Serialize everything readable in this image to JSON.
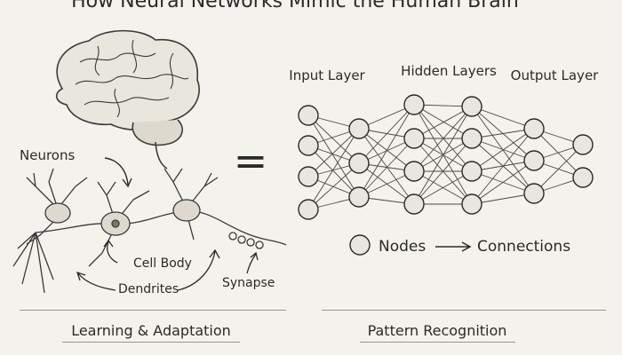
{
  "title": "How Neural Networks Mimic the Human Brain",
  "brain": {
    "neurons_label": "Neurons",
    "cell_body_label": "Cell Body",
    "dendrites_label": "Dendrites",
    "synapse_label": "Synapse"
  },
  "equals_symbol": "=",
  "network": {
    "input_layer_label": "Input Layer",
    "hidden_layers_label": "Hidden Layers",
    "output_layer_label": "Output Layer"
  },
  "legend": {
    "nodes_label": "Nodes",
    "connections_label": "Connections"
  },
  "bottom": {
    "left_label": "Learning & Adaptation",
    "right_label": "Pattern Recognition"
  },
  "colors": {
    "ink": "#2a2a2a",
    "paper": "#f4f2ec",
    "node_fill": "#e8e6df"
  }
}
